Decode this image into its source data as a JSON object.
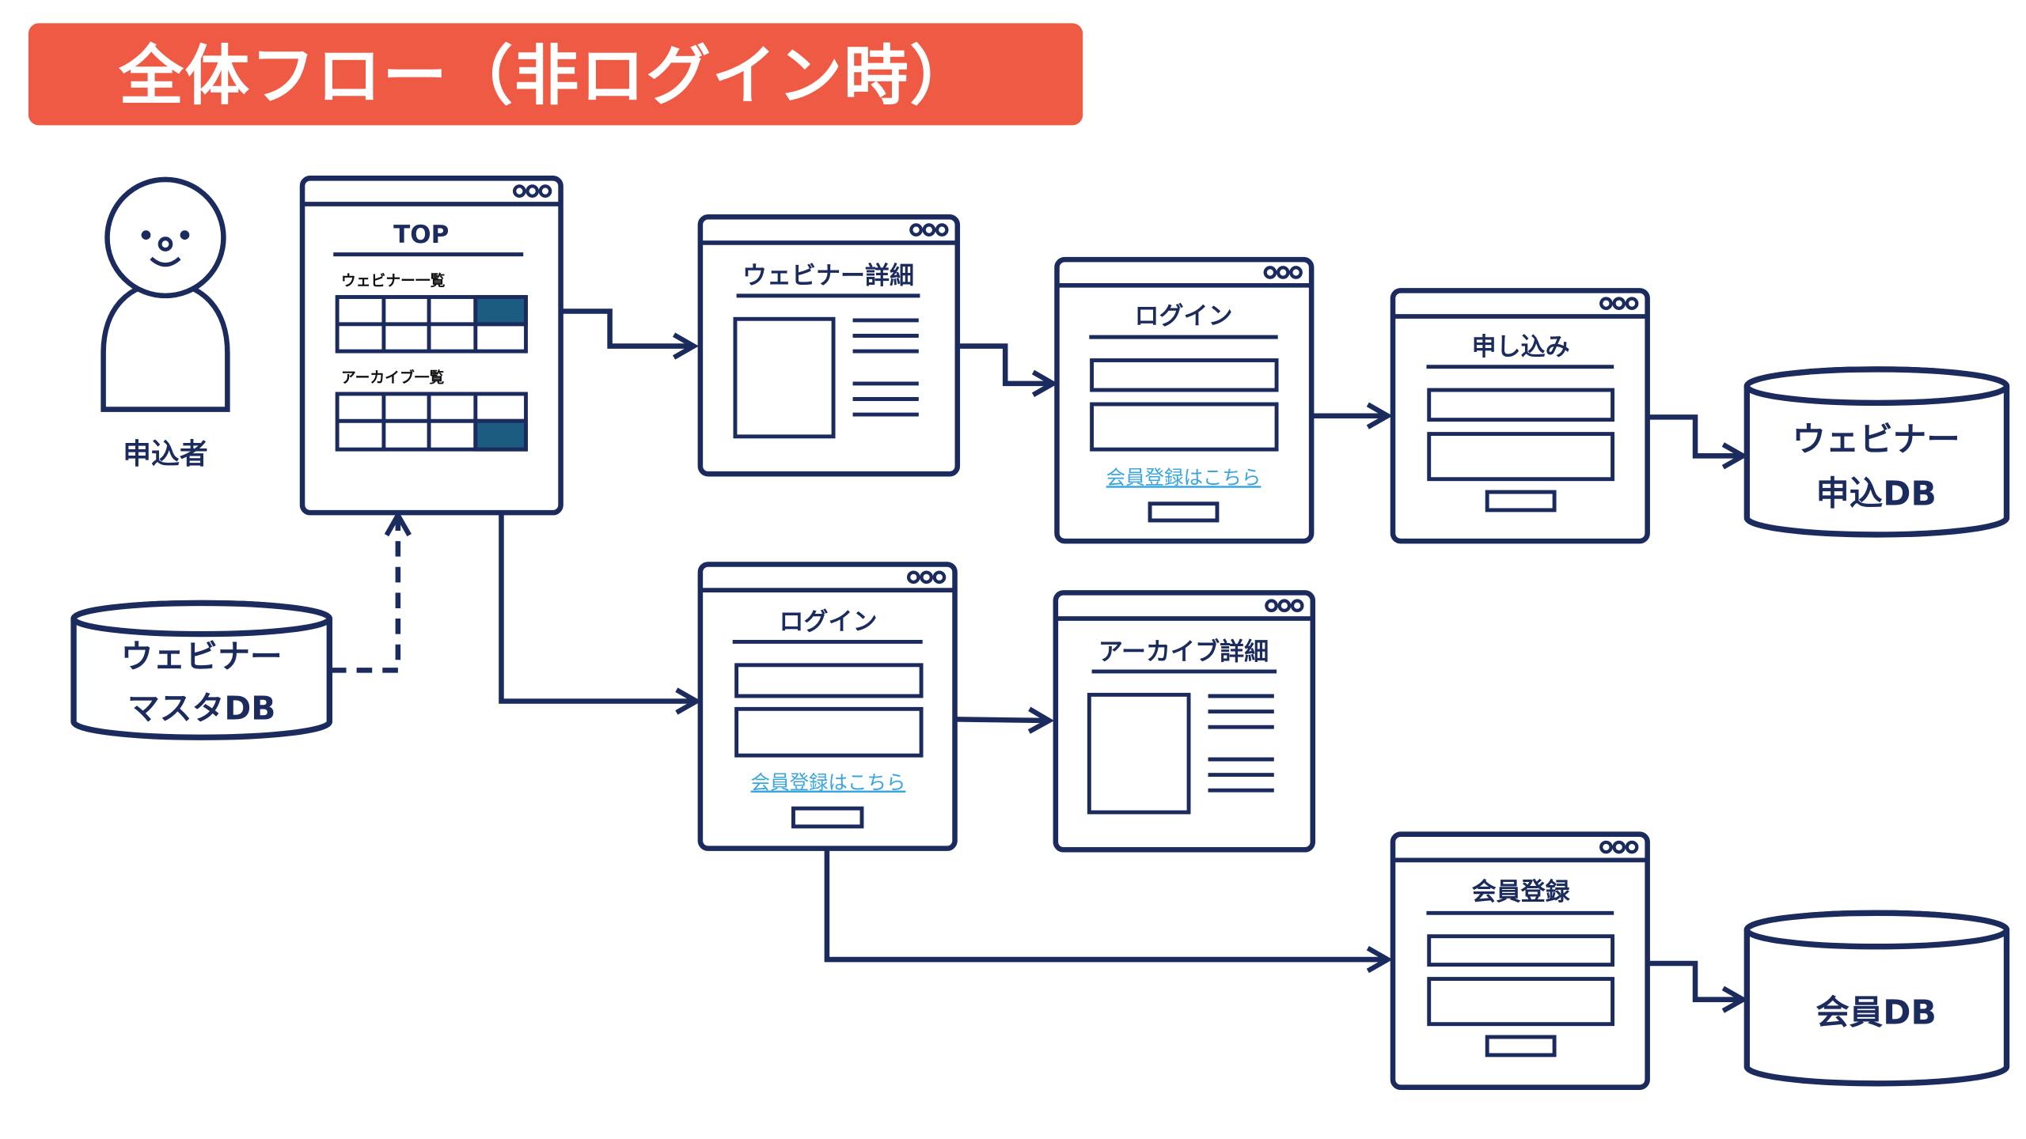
{
  "diagram_title": "全体フロー（非ログイン時）",
  "colors": {
    "banner": "#ee5a44",
    "banner_text": "#ffffff",
    "ink": "#1c2b5e",
    "highlight_cell": "#1b5c80",
    "link": "#3ba6dd",
    "background": "#ffffff"
  },
  "actor": {
    "label": "申込者",
    "icon": "person-icon"
  },
  "window_control_icon": "window-dots-icon",
  "screens": {
    "top": {
      "title": "TOP",
      "webinar_list_label": "ウェビナー一覧",
      "archive_list_label": "アーカイブ一覧"
    },
    "webinar_detail": {
      "title": "ウェビナー詳細"
    },
    "webinar_login": {
      "title": "ログイン",
      "register_link": "会員登録はこちら"
    },
    "application": {
      "title": "申し込み"
    },
    "archive_login": {
      "title": "ログイン",
      "register_link": "会員登録はこちら"
    },
    "archive_detail": {
      "title": "アーカイブ詳細"
    },
    "member_registration": {
      "title": "会員登録"
    }
  },
  "databases": {
    "webinar_master": {
      "line1": "ウェビナー",
      "line2": "マスタDB",
      "icon": "database-icon"
    },
    "webinar_application": {
      "line1": "ウェビナー",
      "line2": "申込DB",
      "icon": "database-icon"
    },
    "member": {
      "line1": "会員DB",
      "icon": "database-icon"
    }
  }
}
